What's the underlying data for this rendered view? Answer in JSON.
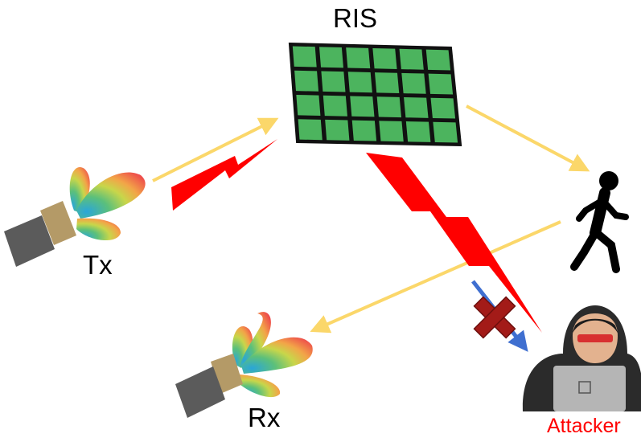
{
  "labels": {
    "ris": "RIS",
    "tx": "Tx",
    "rx": "Rx",
    "attacker": "Attacker"
  },
  "colors": {
    "ris_cell": "#4cb45e",
    "ris_border": "#111111",
    "signal_arrow": "#fbd76a",
    "jamming_bolt": "#ff0000",
    "blocked_arrow": "#3f6fd0",
    "block_cross": "#a31b18",
    "attacker_text": "#ff0000",
    "antenna_body": "#5b5b5b",
    "antenna_collar": "#b49a67"
  },
  "icons": [
    "ris-panel",
    "tx-antenna-icon",
    "rx-antenna-icon",
    "walking-person-icon",
    "hacker-icon",
    "lightning-bolt-icon",
    "cross-icon"
  ]
}
